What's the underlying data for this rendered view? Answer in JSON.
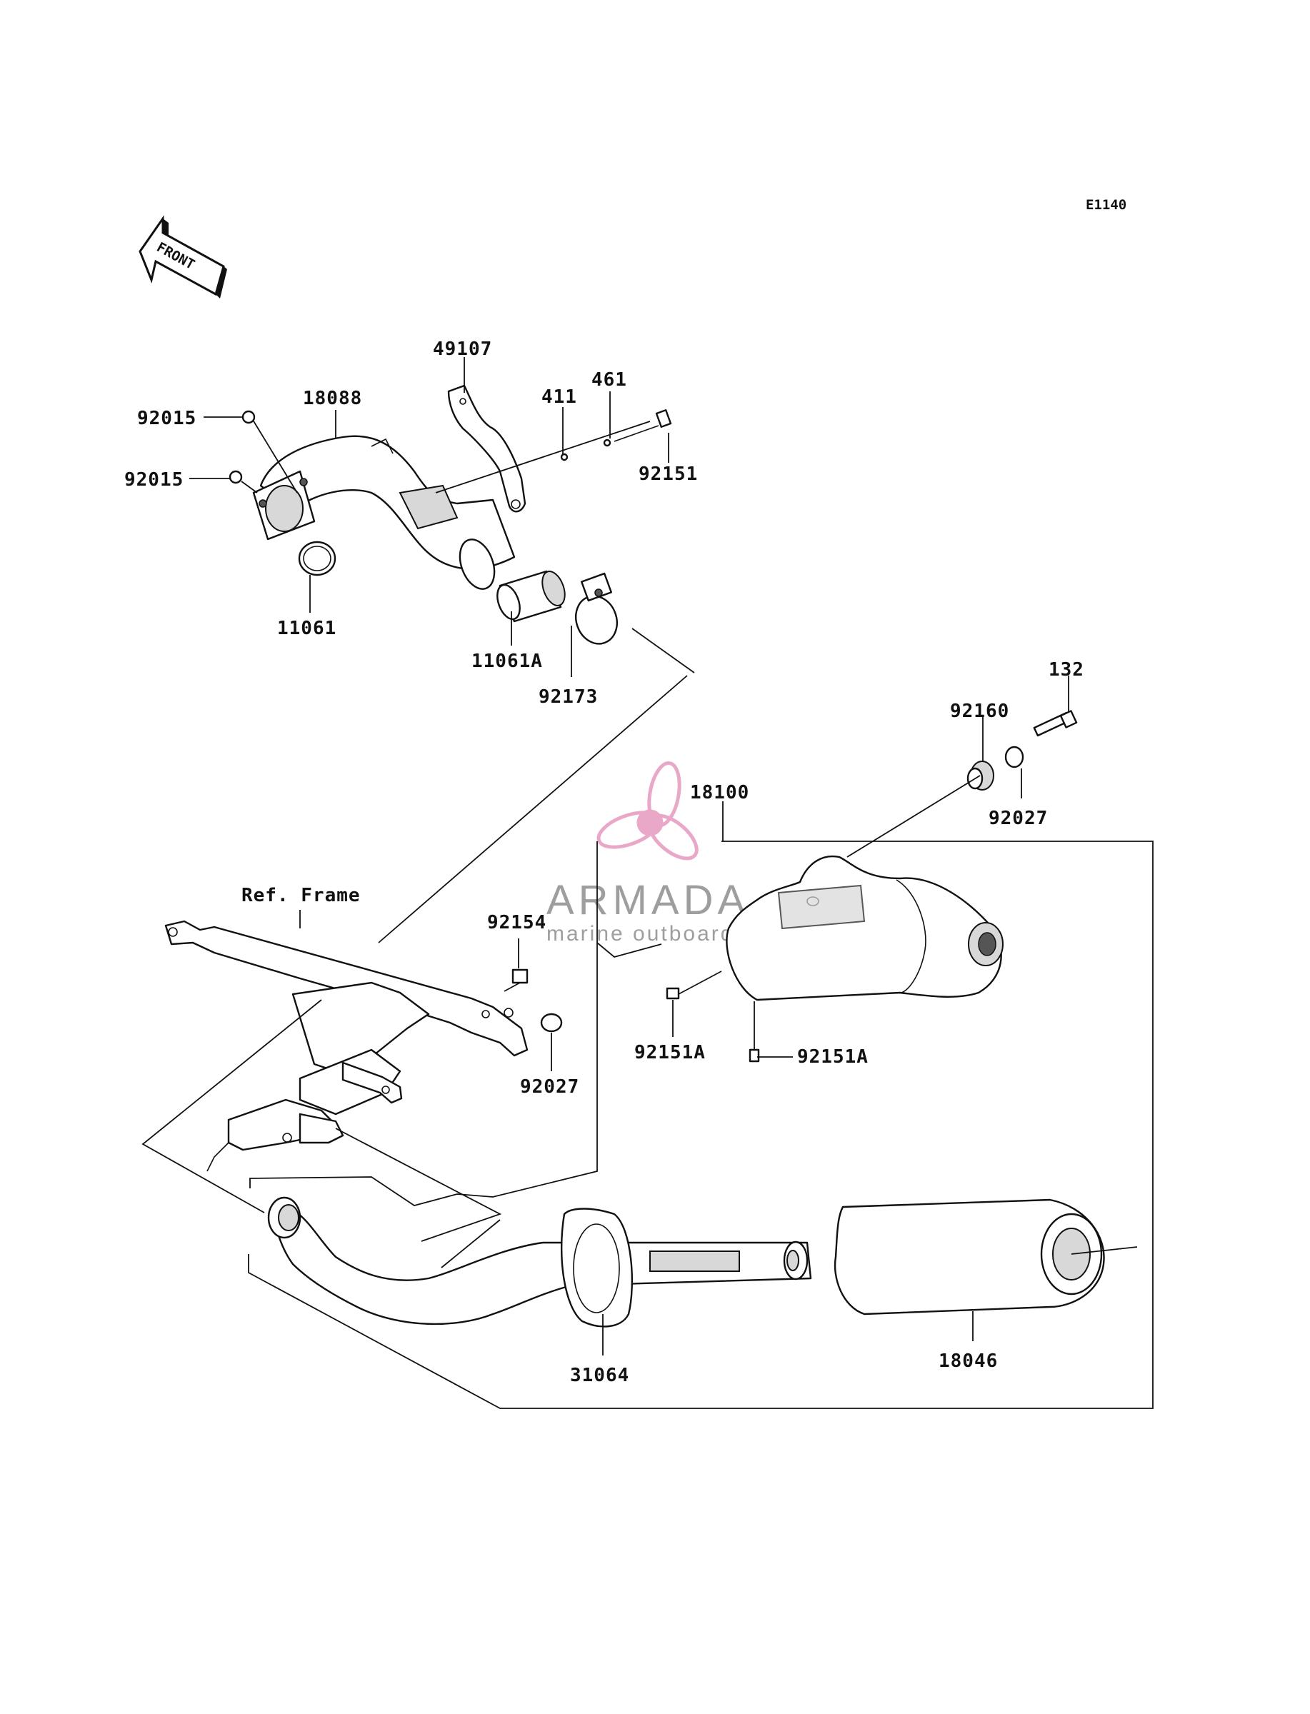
{
  "diagram_code": "E1140",
  "front_label": "FRONT",
  "ref_frame_label": "Ref. Frame",
  "watermark": {
    "brand": "ARMADA",
    "tagline": "marine outboards",
    "color": "#e79ac0",
    "text_color": "#8e8e8e"
  },
  "parts": [
    {
      "id": "49107"
    },
    {
      "id": "18088"
    },
    {
      "id": "411"
    },
    {
      "id": "461"
    },
    {
      "id": "92015"
    },
    {
      "id": "92015"
    },
    {
      "id": "92151"
    },
    {
      "id": "11061"
    },
    {
      "id": "11061A"
    },
    {
      "id": "92173"
    },
    {
      "id": "132"
    },
    {
      "id": "92160"
    },
    {
      "id": "18100"
    },
    {
      "id": "92027"
    },
    {
      "id": "92154"
    },
    {
      "id": "92151A"
    },
    {
      "id": "92151A"
    },
    {
      "id": "92027"
    },
    {
      "id": "31064"
    },
    {
      "id": "18046"
    }
  ]
}
